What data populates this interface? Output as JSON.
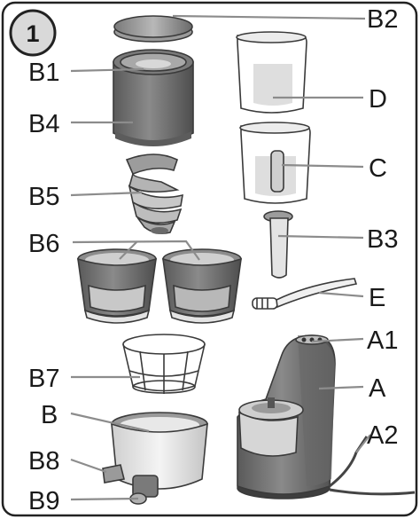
{
  "figure": {
    "step_number": "1",
    "labels": {
      "B2": "B2",
      "B1": "B1",
      "B4": "B4",
      "B5": "B5",
      "B6": "B6",
      "B7": "B7",
      "B": "B",
      "B8": "B8",
      "B9": "B9",
      "D": "D",
      "C": "C",
      "B3": "B3",
      "E": "E",
      "A1": "A1",
      "A": "A",
      "A2": "A2"
    }
  },
  "colors": {
    "frame": "#222222",
    "leader": "#8c8c8c",
    "part_dark": "#6e6e6e",
    "part_light": "#dcdcdc"
  }
}
